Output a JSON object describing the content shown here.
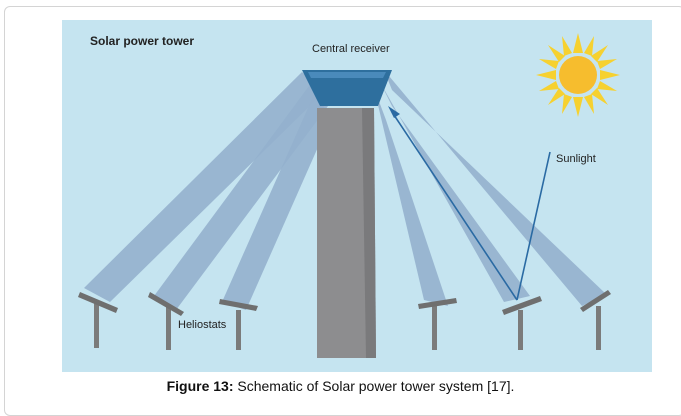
{
  "diagram": {
    "title": "Solar power tower",
    "labels": {
      "central_receiver": "Central receiver",
      "sunlight": "Sunlight",
      "heliostats": "Heliostats"
    },
    "colors": {
      "sky": "#c5e4f0",
      "beam": "#93b0cd",
      "tower": "#8d8d8f",
      "receiver": "#2e6f9e",
      "sun": "#f6bd2e",
      "mirror_post": "#7b7b7b",
      "ray": "#2a6aa3"
    }
  },
  "caption": {
    "figure_label": "Figure 13:",
    "text": " Schematic of Solar power tower system [17]."
  }
}
